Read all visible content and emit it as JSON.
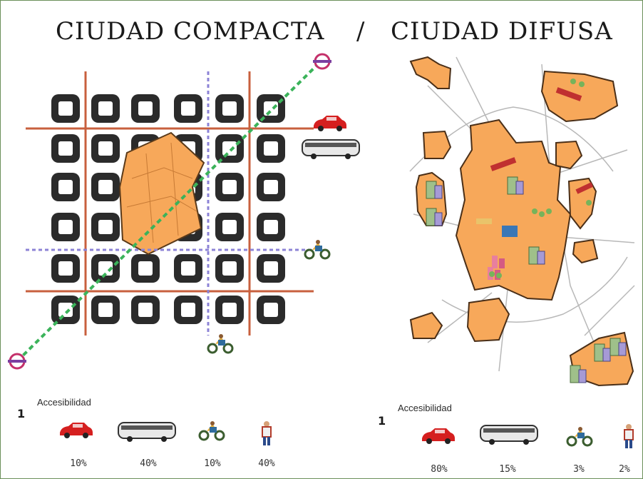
{
  "title": {
    "left": "CIUDAD COMPACTA",
    "separator": "/",
    "right": "CIUDAD DIFUSA"
  },
  "compact": {
    "accessibility_label": "Accesibilidad",
    "number": "1",
    "modes": [
      {
        "icon": "car-icon",
        "percent": "10%"
      },
      {
        "icon": "bus-icon",
        "percent": "40%"
      },
      {
        "icon": "cyclist-icon",
        "percent": "10%"
      },
      {
        "icon": "pedestrian-icon",
        "percent": "40%"
      }
    ]
  },
  "diffuse": {
    "accessibility_label": "Accesibilidad",
    "number": "1",
    "modes": [
      {
        "icon": "car-icon",
        "percent": "80%"
      },
      {
        "icon": "bus-icon",
        "percent": "15%"
      },
      {
        "icon": "cyclist-icon",
        "percent": "3%"
      },
      {
        "icon": "pedestrian-icon",
        "percent": "2%"
      }
    ]
  },
  "colors": {
    "block": "#2b2b2b",
    "road": "#c8603e",
    "district": "#f7a85a",
    "bike_route": "#8c83d6",
    "metro": "#3bb35a",
    "metro_symbol": "#c4306a"
  }
}
